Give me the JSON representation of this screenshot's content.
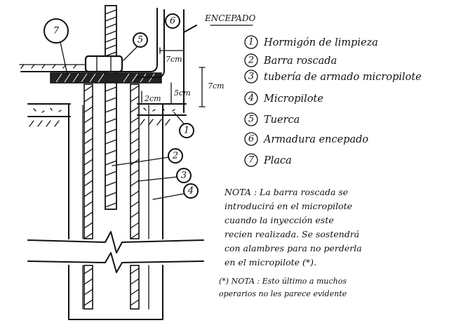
{
  "header": {
    "label": "ENCEPADO"
  },
  "legend": [
    {
      "num": "1",
      "text": "Hormigón de limpieza"
    },
    {
      "num": "2",
      "text": "Barra roscada"
    },
    {
      "num": "3",
      "text": "tubería de armado micropilote"
    },
    {
      "num": "4",
      "text": "Micropilote"
    },
    {
      "num": "5",
      "text": "Tuerca"
    },
    {
      "num": "6",
      "text": "Armadura encepado"
    },
    {
      "num": "7",
      "text": "Placa"
    }
  ],
  "dimensions": {
    "d1": "7cm",
    "d2": "7cm",
    "d3": "5cm",
    "d4": "2cm"
  },
  "callouts": {
    "c1": "1",
    "c2": "2",
    "c3": "3",
    "c4": "4",
    "c5": "5",
    "c6": "6",
    "c7": "7"
  },
  "note": {
    "lines": [
      "NOTA : La barra roscada se",
      "introducirá en el micropilote",
      "cuando la inyección este",
      "recien realizada. Se sostendrá",
      "con alambres para no perderla",
      "en el micropilote (*)."
    ]
  },
  "footnote": {
    "lines": [
      "(*) NOTA : Esto último a muchos",
      "operarios no les parece evidente"
    ]
  }
}
